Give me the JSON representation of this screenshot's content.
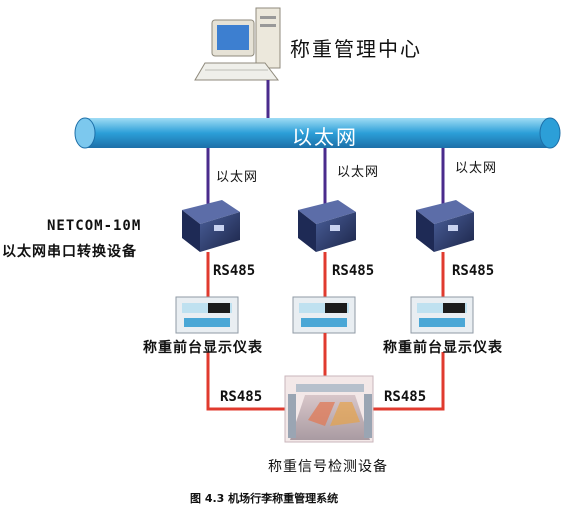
{
  "center_label": "称重管理中心",
  "ethernet_bus_label": "以太网",
  "links": [
    {
      "label": "以太网"
    },
    {
      "label": "以太网"
    },
    {
      "label": "以太网"
    }
  ],
  "converter": {
    "model": "NETCOM-10M",
    "name": "以太网串口转换设备"
  },
  "rs485_labels": [
    "RS485",
    "RS485",
    "RS485"
  ],
  "display_labels": [
    "称重前台显示仪表",
    "称重前台显示仪表"
  ],
  "bottom_rs485_left": "RS485",
  "bottom_rs485_right": "RS485",
  "detector_label": "称重信号检测设备",
  "figure_caption": "图 4.3 机场行李称重管理系统",
  "colors": {
    "bus_blue": "#2c9fd8",
    "ethernet_link": "#4a2b8c",
    "rs485_link": "#e03a2e"
  }
}
